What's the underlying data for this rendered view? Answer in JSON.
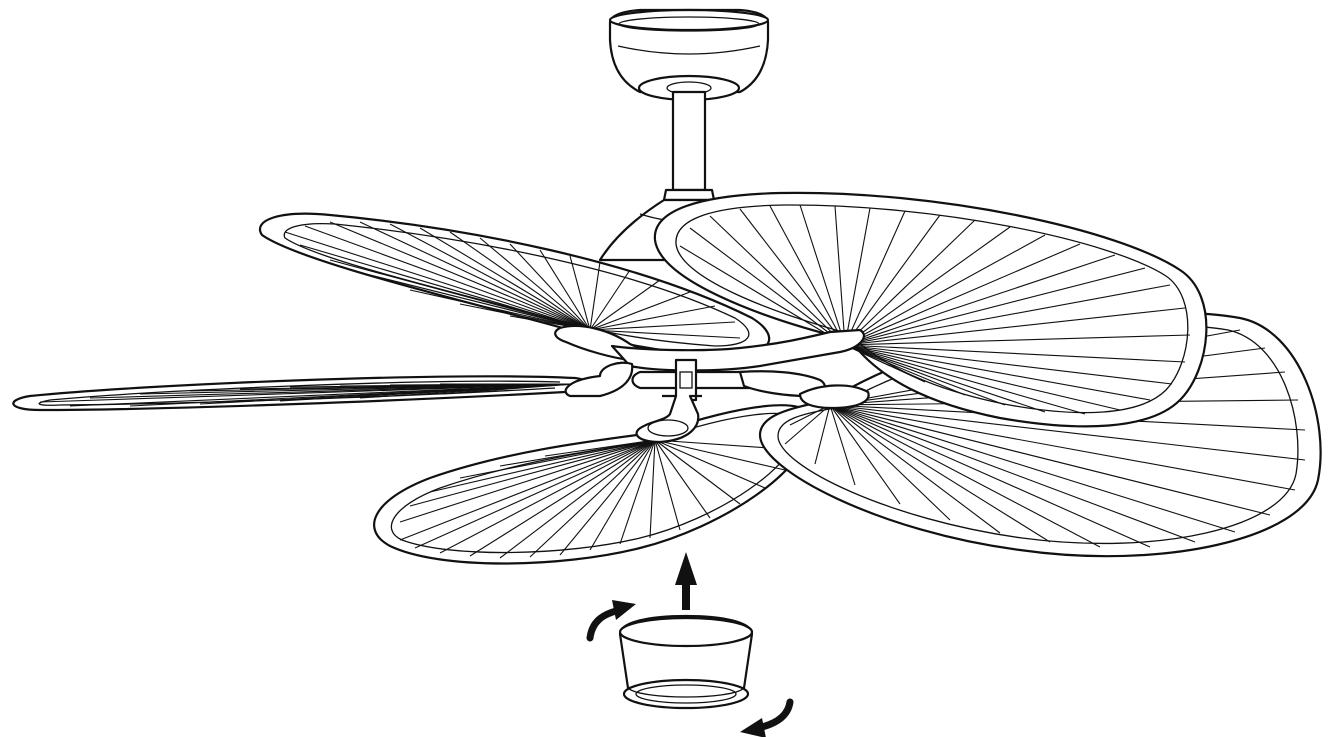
{
  "figure": {
    "subject": "ceiling-fan-light-cap-installation",
    "blade_count": 5,
    "action": "twist-cap-onto-fan-bottom",
    "colors": {
      "line": "#111111",
      "background": "#ffffff"
    },
    "icons": [
      "up-arrow-icon",
      "rotate-arrow-icon"
    ]
  }
}
